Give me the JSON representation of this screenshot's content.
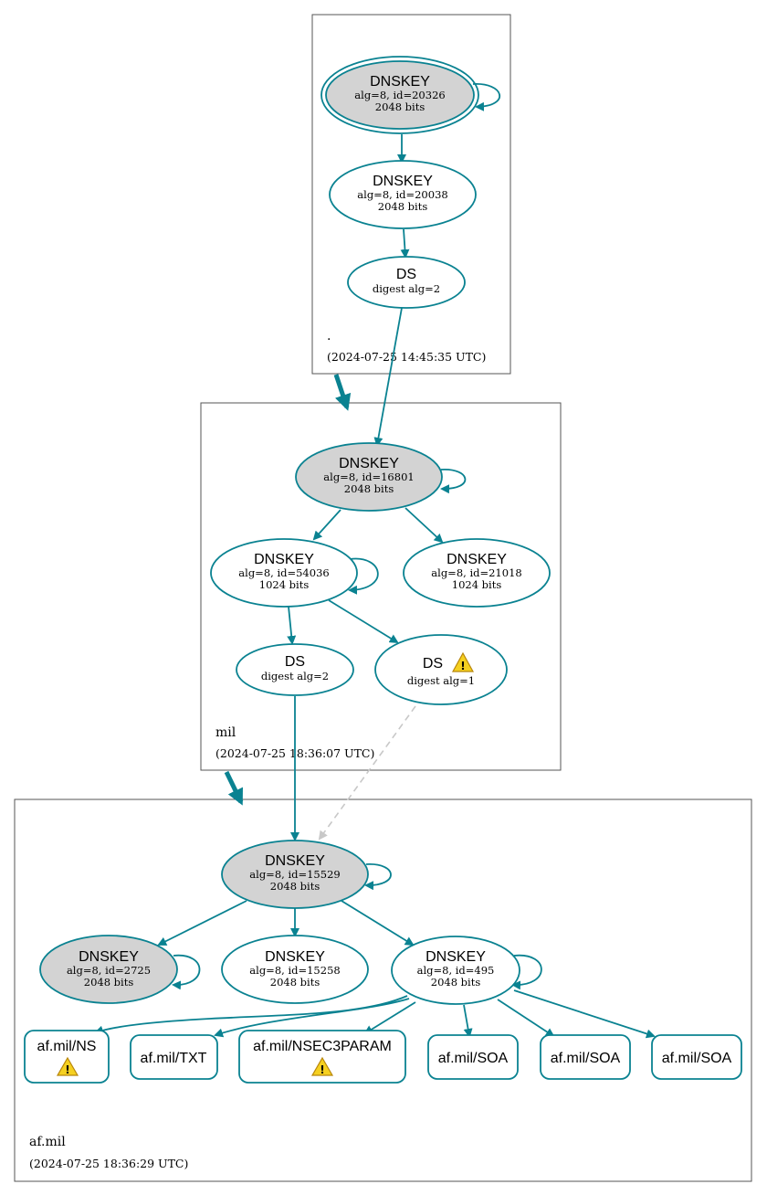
{
  "colors": {
    "edge": "#0a8291",
    "ksk_fill": "#d3d3d3",
    "node_fill": "#ffffff",
    "dangling_edge": "#c8c8c8",
    "warning": "#f5d020"
  },
  "zones": [
    {
      "id": "root",
      "name": ".",
      "timestamp": "(2024-07-25 14:45:35 UTC)"
    },
    {
      "id": "mil",
      "name": "mil",
      "timestamp": "(2024-07-25 18:36:07 UTC)"
    },
    {
      "id": "afmil",
      "name": "af.mil",
      "timestamp": "(2024-07-25 18:36:29 UTC)"
    }
  ],
  "nodes": {
    "root_ksk": {
      "type": "DNSKEY",
      "lines": [
        "alg=8, id=20326",
        "2048 bits"
      ]
    },
    "root_zsk": {
      "type": "DNSKEY",
      "lines": [
        "alg=8, id=20038",
        "2048 bits"
      ]
    },
    "root_ds": {
      "type": "DS",
      "lines": [
        "digest alg=2"
      ]
    },
    "mil_ksk": {
      "type": "DNSKEY",
      "lines": [
        "alg=8, id=16801",
        "2048 bits"
      ]
    },
    "mil_zsk1": {
      "type": "DNSKEY",
      "lines": [
        "alg=8, id=54036",
        "1024 bits"
      ]
    },
    "mil_zsk2": {
      "type": "DNSKEY",
      "lines": [
        "alg=8, id=21018",
        "1024 bits"
      ]
    },
    "mil_ds2": {
      "type": "DS",
      "lines": [
        "digest alg=2"
      ]
    },
    "mil_ds1": {
      "type": "DS",
      "lines": [
        "digest alg=1"
      ],
      "warning": true
    },
    "af_ksk": {
      "type": "DNSKEY",
      "lines": [
        "alg=8, id=15529",
        "2048 bits"
      ]
    },
    "af_k2725": {
      "type": "DNSKEY",
      "lines": [
        "alg=8, id=2725",
        "2048 bits"
      ]
    },
    "af_k15258": {
      "type": "DNSKEY",
      "lines": [
        "alg=8, id=15258",
        "2048 bits"
      ]
    },
    "af_k495": {
      "type": "DNSKEY",
      "lines": [
        "alg=8, id=495",
        "2048 bits"
      ]
    }
  },
  "rrsets": {
    "ns": {
      "label": "af.mil/NS",
      "warning": true
    },
    "txt": {
      "label": "af.mil/TXT"
    },
    "nsec3param": {
      "label": "af.mil/NSEC3PARAM",
      "warning": true
    },
    "soa1": {
      "label": "af.mil/SOA"
    },
    "soa2": {
      "label": "af.mil/SOA"
    },
    "soa3": {
      "label": "af.mil/SOA"
    }
  },
  "warning_icon": "warning-triangle-icon"
}
